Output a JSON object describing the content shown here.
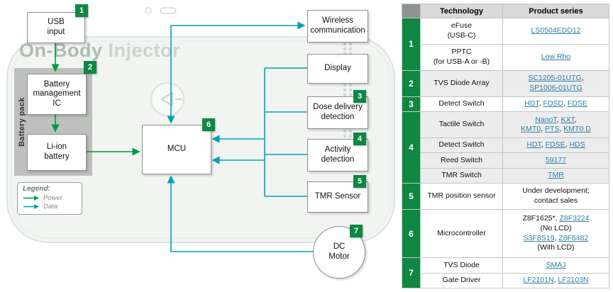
{
  "colors": {
    "accent_green": "#0E8743",
    "power_arrow": "#009A44",
    "data_arrow": "#00A3B4",
    "link": "#2E7FA6"
  },
  "diagram": {
    "watermark": {
      "part1": "On-Body",
      "part2": "Injector"
    },
    "blocks": {
      "usb": {
        "label": "USB\ninput",
        "badge": "1"
      },
      "battery_mgmt": {
        "label": "Battery\nmanagement\nIC",
        "badge": "2"
      },
      "li_ion": {
        "label": "Li-ion\nbattery"
      },
      "battery_pack": {
        "label": "Battery pack"
      },
      "mcu": {
        "label": "MCU",
        "badge": "6"
      },
      "wireless": {
        "label": "Wireless\ncommunication"
      },
      "display": {
        "label": "Display"
      },
      "dose": {
        "label": "Dose delivery\ndetection",
        "badge": "3"
      },
      "activity": {
        "label": "Activity\ndetection",
        "badge": "4"
      },
      "tmr_sensor": {
        "label": "TMR Sensor",
        "badge": "5"
      },
      "dc_motor": {
        "label": "DC\nMotor",
        "badge": "7"
      }
    },
    "legend": {
      "title": "Legend:",
      "items": [
        {
          "label": "Power"
        },
        {
          "label": "Data"
        }
      ]
    }
  },
  "table": {
    "headers": {
      "technology": "Technology",
      "product_series": "Product series"
    },
    "groups": [
      {
        "number": "1",
        "shade": false,
        "rows": [
          {
            "technology": "eFuse\n(USB-C)",
            "products": [
              [
                {
                  "text": "LS0504EDD12",
                  "link": true
                }
              ]
            ]
          },
          {
            "technology": "PPTC\n(for USB-A or -B)",
            "products": [
              [
                {
                  "text": "Low Rho",
                  "link": true
                }
              ]
            ]
          }
        ]
      },
      {
        "number": "2",
        "shade": true,
        "rows": [
          {
            "technology": "TVS Diode Array",
            "products": [
              [
                {
                  "text": "SC1205-01UTG",
                  "link": true
                },
                {
                  "text": ",",
                  "link": false
                }
              ],
              [
                {
                  "text": "SP1006-01UTG",
                  "link": true
                }
              ]
            ]
          }
        ]
      },
      {
        "number": "3",
        "shade": false,
        "rows": [
          {
            "technology": "Detect Switch",
            "products": [
              [
                {
                  "text": "HDT",
                  "link": true
                },
                {
                  "text": ", ",
                  "link": false
                },
                {
                  "text": "FDSD",
                  "link": true
                },
                {
                  "text": ", ",
                  "link": false
                },
                {
                  "text": "FDSE",
                  "link": true
                }
              ]
            ]
          }
        ]
      },
      {
        "number": "4",
        "shade": true,
        "rows": [
          {
            "technology": "Tactile Switch",
            "products": [
              [
                {
                  "text": "NanoT",
                  "link": true
                },
                {
                  "text": ", ",
                  "link": false
                },
                {
                  "text": "KXT",
                  "link": true
                },
                {
                  "text": ",",
                  "link": false
                }
              ],
              [
                {
                  "text": "KMT0",
                  "link": true
                },
                {
                  "text": ", ",
                  "link": false
                },
                {
                  "text": "PTS",
                  "link": true
                },
                {
                  "text": ", ",
                  "link": false
                },
                {
                  "text": "KMT0 D",
                  "link": true
                }
              ]
            ]
          },
          {
            "technology": "Detect Switch",
            "products": [
              [
                {
                  "text": "HDT",
                  "link": true
                },
                {
                  "text": ", ",
                  "link": false
                },
                {
                  "text": "FDSE",
                  "link": true
                },
                {
                  "text": ", ",
                  "link": false
                },
                {
                  "text": "HDS",
                  "link": true
                }
              ]
            ]
          },
          {
            "technology": "Reed Switch",
            "products": [
              [
                {
                  "text": "59177",
                  "link": true
                }
              ]
            ]
          },
          {
            "technology": "TMR Switch",
            "products": [
              [
                {
                  "text": "TMR",
                  "link": true
                }
              ]
            ]
          }
        ]
      },
      {
        "number": "5",
        "shade": false,
        "rows": [
          {
            "technology": "TMR position sensor",
            "products": [
              [
                {
                  "text": "Under development;",
                  "link": false
                }
              ],
              [
                {
                  "text": "contact sales",
                  "link": false
                }
              ]
            ]
          }
        ]
      },
      {
        "number": "6",
        "shade": false,
        "rows": [
          {
            "technology": "Microcontroller",
            "products": [
              [
                {
                  "text": "Z8F1625*, ",
                  "link": false
                },
                {
                  "text": "Z8F3224",
                  "link": true
                }
              ],
              [
                {
                  "text": "(No LCD)",
                  "link": false
                }
              ],
              [
                {
                  "text": "S3F8S19",
                  "link": true
                },
                {
                  "text": ", ",
                  "link": false
                },
                {
                  "text": "Z8F6482",
                  "link": true
                }
              ],
              [
                {
                  "text": "(With LCD)",
                  "link": false
                }
              ]
            ]
          }
        ]
      },
      {
        "number": "7",
        "shade": false,
        "rows": [
          {
            "technology": "TVS Diode",
            "products": [
              [
                {
                  "text": "SMAJ",
                  "link": true
                }
              ]
            ]
          },
          {
            "technology": "Gate Driver",
            "products": [
              [
                {
                  "text": "LF2101N",
                  "link": true
                },
                {
                  "text": ", ",
                  "link": false
                },
                {
                  "text": "LF2103N",
                  "link": true
                }
              ]
            ]
          }
        ]
      }
    ]
  }
}
